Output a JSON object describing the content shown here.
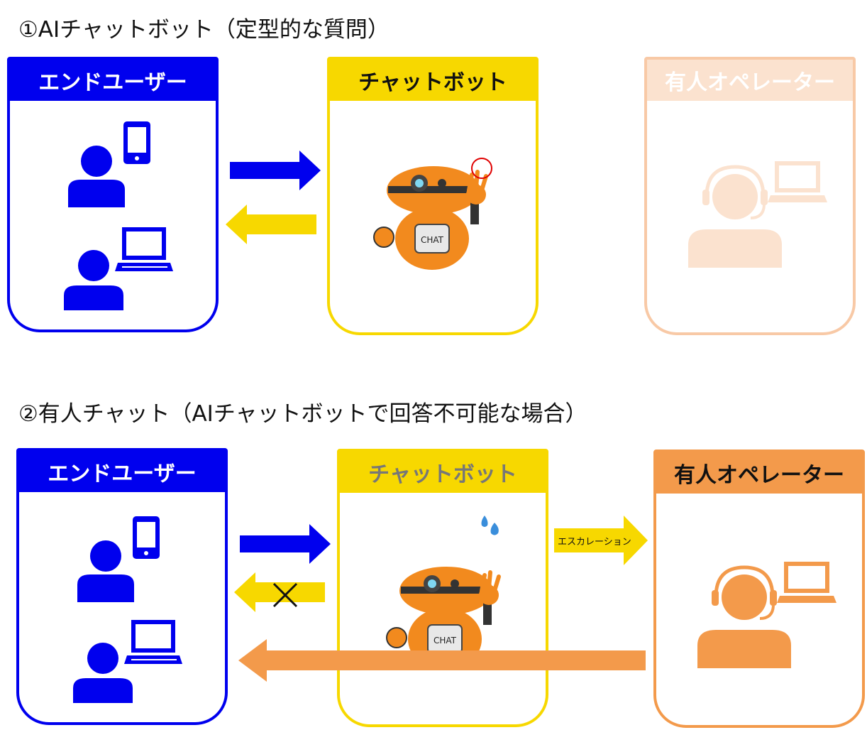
{
  "section1": {
    "title": "①AIチャットボット（定型的な質問）",
    "enduser_label": "エンドユーザー",
    "chatbot_label": "チャットボット",
    "operator_label": "有人オペレーター",
    "chat_screen_text": "CHAT"
  },
  "section2": {
    "title": "②有人チャット（AIチャットボットで回答不可能な場合）",
    "enduser_label": "エンドユーザー",
    "chatbot_label": "チャットボット",
    "operator_label": "有人オペレーター",
    "escalation_label": "エスカレーション",
    "chat_screen_text": "CHAT"
  },
  "colors": {
    "enduser": "#0000ee",
    "chatbot": "#f7d800",
    "operator": "#f39a4b",
    "operator_faded": "#fbe2cf"
  }
}
